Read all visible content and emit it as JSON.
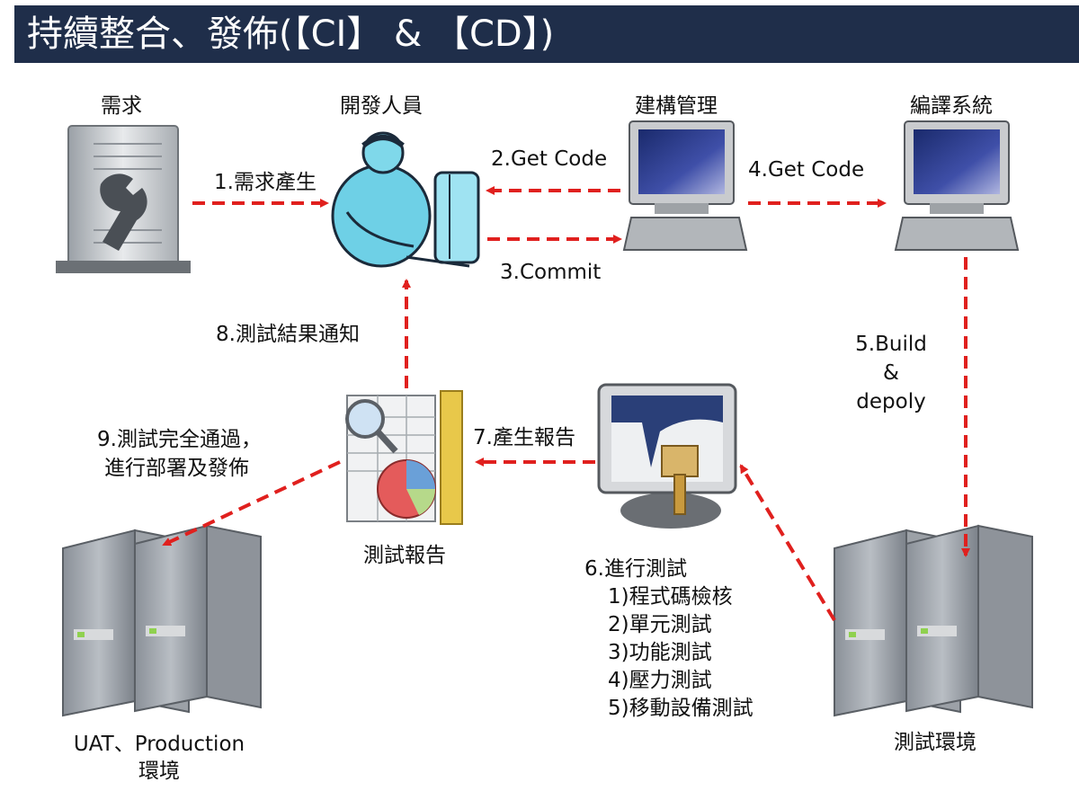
{
  "title": "持續整合、發佈(【CI】 & 【CD】)",
  "nodes": {
    "requirement": "需求",
    "developer": "開發人員",
    "build_mgmt": "建構管理",
    "compile_system": "編譯系統",
    "test_report": "測試報告",
    "test_env": "測試環境",
    "prod_env_line1": "UAT、Production",
    "prod_env_line2": "環境"
  },
  "steps": {
    "s1": "1.需求產生",
    "s2": "2.Get Code",
    "s3": "3.Commit",
    "s4": "4.Get Code",
    "s5_line1": "5.Build",
    "s5_line2": "&",
    "s5_line3": "depoly",
    "s6_title": "6.進行測試",
    "s6_items": [
      "1)程式碼檢核",
      "2)單元測試",
      "3)功能測試",
      "4)壓力測試",
      "5)移動設備測試"
    ],
    "s7": "7.產生報告",
    "s8": "8.測試結果通知",
    "s9_line1": "9.測試完全通過，",
    "s9_line2": "進行部署及發佈"
  },
  "colors": {
    "title_bg": "#1f2e4a",
    "arrow": "#e0201e"
  }
}
